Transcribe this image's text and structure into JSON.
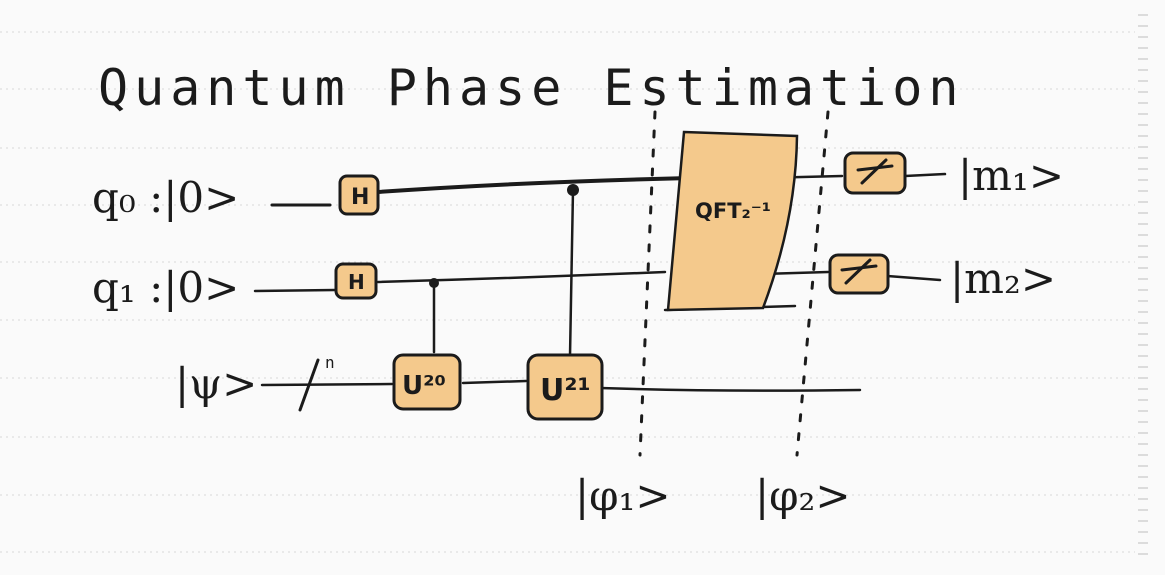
{
  "title": "Quantum Phase Estimation",
  "colors": {
    "gate_fill": "#f4c98c",
    "ink": "#1b1b1b",
    "paper": "#fafafa",
    "rule": "#d8d8d8"
  },
  "qubits": [
    {
      "label": "q₀ :|0>"
    },
    {
      "label": "q₁ :|0>"
    },
    {
      "label": "|ψ>"
    }
  ],
  "register_size": "n",
  "gates": {
    "h0": "H",
    "h1": "H",
    "u_a": "U²⁰",
    "u_b": "U²¹",
    "qft": "QFT₂⁻¹",
    "measure_icon": "measurement-meter-icon"
  },
  "outputs": [
    "|m₁>",
    "|m₂>"
  ],
  "states": [
    "|φ₁>",
    "|φ₂>"
  ]
}
